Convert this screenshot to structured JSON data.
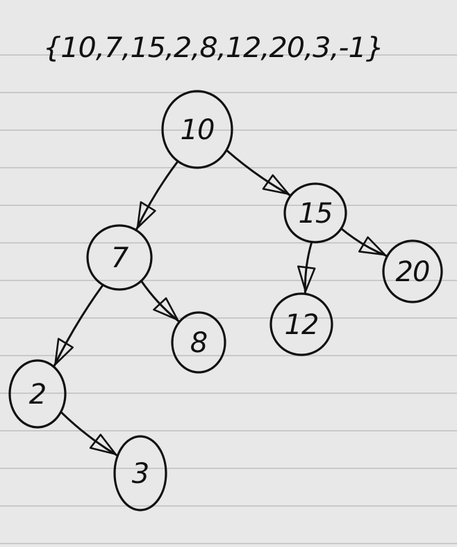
{
  "sequence": "{10,7,15,2,8,12,20,3,-1}",
  "tree": {
    "nodes": [
      {
        "id": "n10",
        "label": "10"
      },
      {
        "id": "n7",
        "label": "7"
      },
      {
        "id": "n15",
        "label": "15"
      },
      {
        "id": "n2",
        "label": "2"
      },
      {
        "id": "n8",
        "label": "8"
      },
      {
        "id": "n12",
        "label": "12"
      },
      {
        "id": "n20",
        "label": "20"
      },
      {
        "id": "n3",
        "label": "3"
      }
    ],
    "edges": [
      {
        "from": "n10",
        "to": "n7"
      },
      {
        "from": "n10",
        "to": "n15"
      },
      {
        "from": "n7",
        "to": "n2"
      },
      {
        "from": "n7",
        "to": "n8"
      },
      {
        "from": "n15",
        "to": "n12"
      },
      {
        "from": "n15",
        "to": "n20"
      },
      {
        "from": "n2",
        "to": "n3"
      }
    ]
  },
  "colors": {
    "ink": "#111111",
    "paper": "#e8e8e8",
    "rule": "#c9c9c9"
  }
}
